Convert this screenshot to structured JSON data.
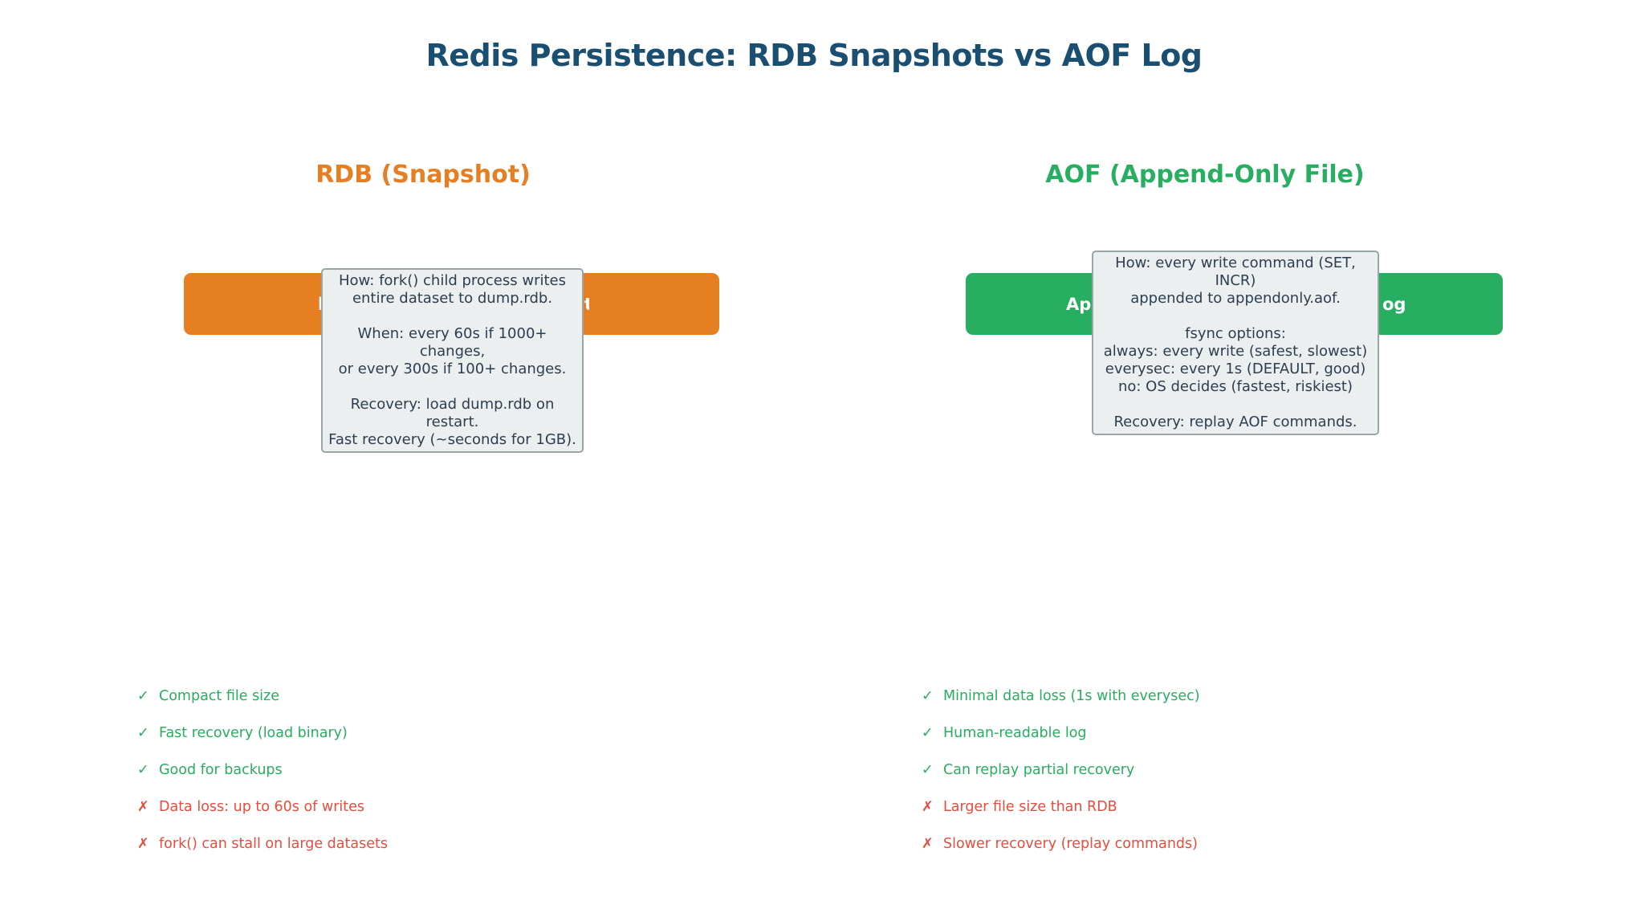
{
  "title": "Redis Persistence: RDB Snapshots vs AOF Log",
  "colors": {
    "title": "#1b4f72",
    "rdb": "#e67e22",
    "aof": "#27ae60",
    "pro": "#27ae60",
    "con": "#e74c3c",
    "bar_text": "#ffffff",
    "tooltip_bg": "#ecefef",
    "tooltip_border": "#9aa5a6",
    "tooltip_text": "#2c3e50"
  },
  "marks": {
    "pro": "✓",
    "con": "✗"
  },
  "rdb": {
    "header": "RDB (Snapshot)",
    "bar_fragment_left": "l",
    "bar_fragment_right": "t",
    "tooltip": "How: fork() child process writes\nentire dataset to dump.rdb.\n\nWhen: every 60s if 1000+ changes,\nor every 300s if 100+ changes.\n\nRecovery: load dump.rdb on restart.\nFast recovery (~seconds for 1GB).",
    "items": [
      {
        "type": "pro",
        "text": "Compact file size"
      },
      {
        "type": "pro",
        "text": "Fast recovery (load binary)"
      },
      {
        "type": "pro",
        "text": "Good for backups"
      },
      {
        "type": "con",
        "text": "Data loss: up to 60s of writes"
      },
      {
        "type": "con",
        "text": "fork() can stall on large datasets"
      }
    ]
  },
  "aof": {
    "header": "AOF (Append-Only File)",
    "bar_fragment_left": "Ap",
    "bar_fragment_right": "og",
    "tooltip": "How: every write command (SET, INCR)\nappended to appendonly.aof.\n\nfsync options:\nalways: every write (safest, slowest)\neverysec: every 1s (DEFAULT, good)\nno: OS decides (fastest, riskiest)\n\nRecovery: replay AOF commands.",
    "items": [
      {
        "type": "pro",
        "text": "Minimal data loss (1s with everysec)"
      },
      {
        "type": "pro",
        "text": "Human-readable log"
      },
      {
        "type": "pro",
        "text": "Can replay partial recovery"
      },
      {
        "type": "con",
        "text": "Larger file size than RDB"
      },
      {
        "type": "con",
        "text": "Slower recovery (replay commands)"
      }
    ]
  }
}
